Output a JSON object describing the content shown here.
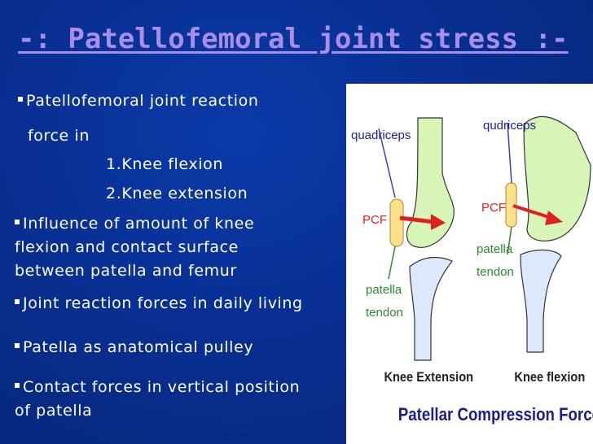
{
  "slide": {
    "title": "-: Patellofemoral joint stress :-",
    "lines": [
      "Patellofemoral joint reaction",
      "force in",
      "1.Knee flexion",
      "2.Knee extension",
      "Influence of amount of knee",
      "flexion and contact surface",
      "between patella and femur",
      "Joint reaction forces in daily living",
      "Patella as anatomical pulley",
      "Contact forces in vertical position",
      "of patella"
    ]
  },
  "figure": {
    "left_quad_label": "quadriceps",
    "right_quad_label": "qudriceps",
    "pcf_label": "PCF",
    "patella_label": "patella",
    "tendon_label": "tendon",
    "caption_extension": "Knee Extension",
    "caption_flexion": "Knee flexion",
    "caption_main": "Patellar Compression Force",
    "colors": {
      "femur": "#d8f5b8",
      "tibia": "#dbe9fb",
      "patella": "#ffe08a",
      "arrow": "#e0201c",
      "line": "#3d3db8"
    }
  }
}
